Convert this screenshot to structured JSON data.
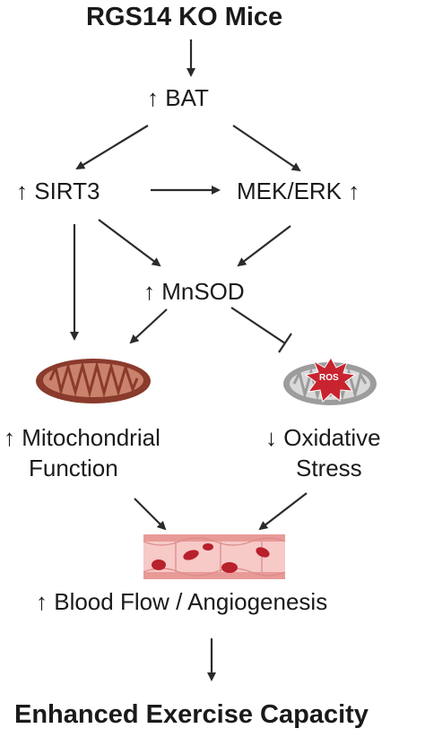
{
  "diagram": {
    "title": "RGS14 KO Mice",
    "nodes": {
      "bat": "↑ BAT",
      "sirt3": "↑ SIRT3",
      "mek_erk": "MEK/ERK ↑",
      "mnsod": "↑ MnSOD",
      "mito_line1": "↑ Mitochondrial",
      "mito_line2": "Function",
      "ox_line1": "↓ Oxidative",
      "ox_line2": "Stress",
      "blood": "↑ Blood Flow / Angiogenesis",
      "ros": "ROS"
    },
    "footer": "Enhanced Exercise Capacity",
    "edges": [
      {
        "from": "title",
        "to": "bat",
        "type": "activate"
      },
      {
        "from": "bat",
        "to": "sirt3",
        "type": "activate"
      },
      {
        "from": "bat",
        "to": "mek_erk",
        "type": "activate"
      },
      {
        "from": "sirt3",
        "to": "mek_erk",
        "type": "activate"
      },
      {
        "from": "sirt3",
        "to": "mnsod",
        "type": "activate"
      },
      {
        "from": "mek_erk",
        "to": "mnsod",
        "type": "activate"
      },
      {
        "from": "sirt3",
        "to": "mitochondrion",
        "type": "activate"
      },
      {
        "from": "mnsod",
        "to": "mitochondrion",
        "type": "activate"
      },
      {
        "from": "mnsod",
        "to": "damaged-mitochondrion",
        "type": "inhibit"
      },
      {
        "from": "mitochondrial-function",
        "to": "blood-vessel",
        "type": "activate"
      },
      {
        "from": "oxidative-stress",
        "to": "blood-vessel",
        "type": "activate"
      },
      {
        "from": "blood",
        "to": "footer",
        "type": "activate"
      }
    ],
    "colors": {
      "text": "#1a1a1a",
      "arrow": "#2b2b2b",
      "mito_outer": "#8a3b2c",
      "mito_inner": "#c9826b",
      "damaged_outer": "#9c9c9c",
      "damaged_inner": "#d9d9d9",
      "ros_star": "#c8242f",
      "vessel_wall": "#f2b8b6",
      "rbc": "#b8202c"
    }
  }
}
